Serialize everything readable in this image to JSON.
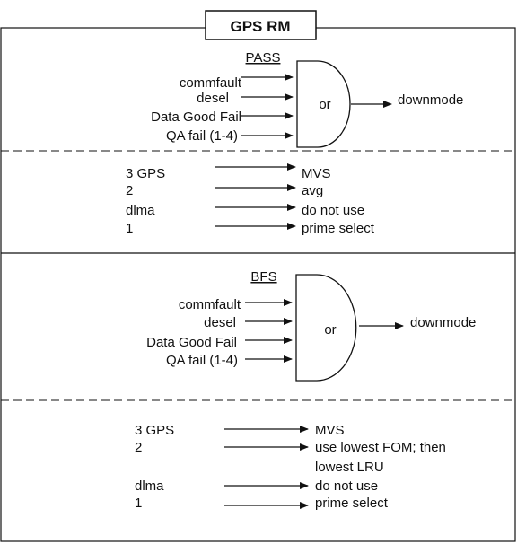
{
  "title": "GPS RM",
  "pass": {
    "heading": "PASS",
    "inputs": [
      "commfault",
      "desel",
      "Data Good Fail",
      "QA fail (1-4)"
    ],
    "gate": "or",
    "output": "downmode",
    "selection": [
      {
        "left": "3 GPS",
        "right": [
          "MVS"
        ]
      },
      {
        "left": "2",
        "right": [
          "avg"
        ]
      },
      {
        "left": "dlma",
        "right": [
          "do not use"
        ]
      },
      {
        "left": "1",
        "right": [
          "prime select"
        ]
      }
    ]
  },
  "bfs": {
    "heading": "BFS",
    "inputs": [
      "commfault",
      "desel",
      "Data Good Fail",
      "QA fail (1-4)"
    ],
    "gate": "or",
    "output": "downmode",
    "selection": [
      {
        "left": "3 GPS",
        "right": [
          "MVS"
        ]
      },
      {
        "left": "2",
        "right": [
          "use lowest FOM; then",
          "lowest LRU"
        ]
      },
      {
        "left": "dlma",
        "right": [
          "do not use"
        ]
      },
      {
        "left": "1",
        "right": [
          "prime select"
        ]
      }
    ]
  }
}
